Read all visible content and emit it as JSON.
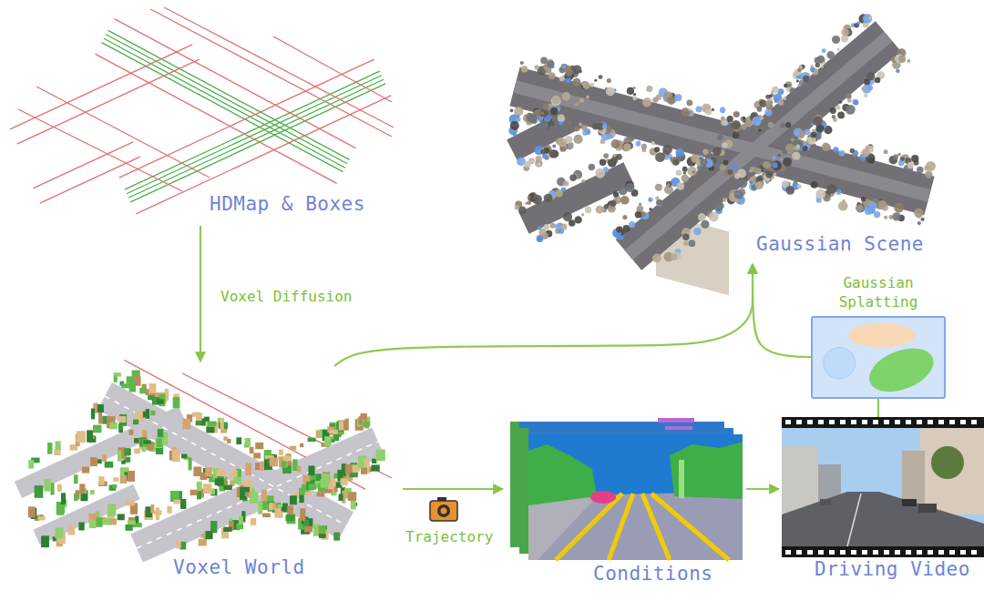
{
  "diagram": {
    "nodes": [
      {
        "text": [
          "HDMap & Boxes"
        ]
      },
      {
        "text": [
          "Voxel World"
        ]
      },
      {
        "text": [
          "Conditions"
        ]
      },
      {
        "text": [
          "Driving Video"
        ]
      },
      {
        "text": [
          "Gaussian Splatting"
        ]
      },
      {
        "text": [
          "Gaussian Scene"
        ]
      }
    ],
    "edges": [
      {
        "from": 0,
        "to": 1,
        "arrow": "to",
        "label": "Voxel Diffusion"
      },
      {
        "from": 1,
        "to": 2,
        "arrow": "to",
        "label": "Trajectory"
      },
      {
        "from": 2,
        "to": 3,
        "arrow": "to"
      },
      {
        "from": 3,
        "to": 4,
        "arrow": "none"
      },
      {
        "from": 4,
        "to": 5,
        "arrow": "to"
      },
      {
        "from": 1,
        "to": 5,
        "arrow": "to"
      }
    ]
  }
}
